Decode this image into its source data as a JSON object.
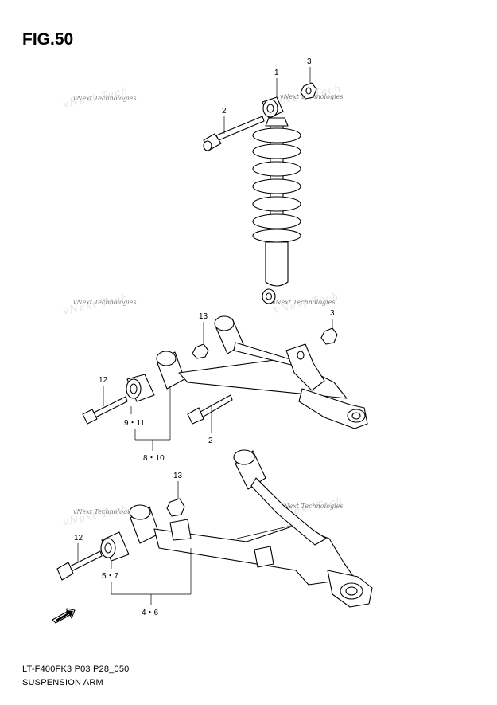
{
  "figure": {
    "title": "FIG.50",
    "drawing_code": "LT-F400FK3 P03 P28_050",
    "caption": "SUSPENSION ARM"
  },
  "callouts": {
    "c1": "1",
    "c2_top": "2",
    "c2_mid": "2",
    "c3_top": "3",
    "c3_mid": "3",
    "c13_upper": "13",
    "c13_lower": "13",
    "c12_upper": "12",
    "c12_lower": "12",
    "c9_11": "9・11",
    "c8_10": "8・10",
    "c5_7": "5・7",
    "c4_6": "4・6"
  },
  "watermarks": {
    "text": "vNext Technologies"
  },
  "icons": {
    "direction_arrow": "front-direction-arrow-icon"
  }
}
